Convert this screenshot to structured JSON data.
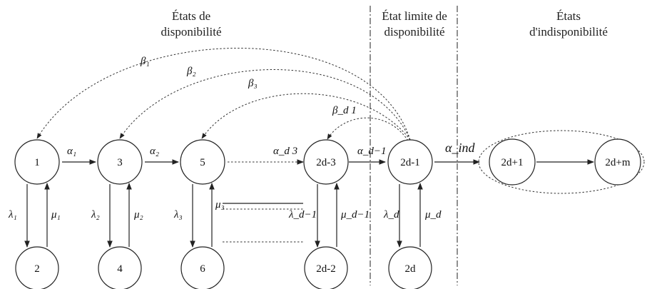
{
  "headers": {
    "availability_line1": "États de",
    "availability_line2": "disponibilité",
    "limit_line1": "État limite de",
    "limit_line2": "disponibilité",
    "unavailability_line1": "États",
    "unavailability_line2": "d'indisponibilité"
  },
  "nodes": {
    "n1": "1",
    "n2": "2",
    "n3": "3",
    "n4": "4",
    "n5": "5",
    "n6": "6",
    "n2d_3": "2d-3",
    "n2d_2": "2d-2",
    "n2d_1": "2d-1",
    "n2d": "2d",
    "n2d_p1": "2d+1",
    "n2d_pm": "2d+m"
  },
  "transition_labels": {
    "alpha1": "α₁",
    "alpha2": "α₂",
    "alpha_d3": "α_d 3",
    "alpha_d1": "α_d−1",
    "alpha_ind": "α_ind",
    "lambda1": "λ₁",
    "lambda2": "λ₂",
    "lambda3": "λ₃",
    "lambda_d1": "λ_d−1",
    "lambda_d": "λ_d",
    "mu1": "μ₁",
    "mu2": "μ₂",
    "mu3": "μ₃",
    "mu_d1": "μ_d−1",
    "mu_d": "μ_d",
    "beta1": "β₁",
    "beta2": "β₂",
    "beta3": "β₃",
    "beta_d1": "β_d 1"
  }
}
